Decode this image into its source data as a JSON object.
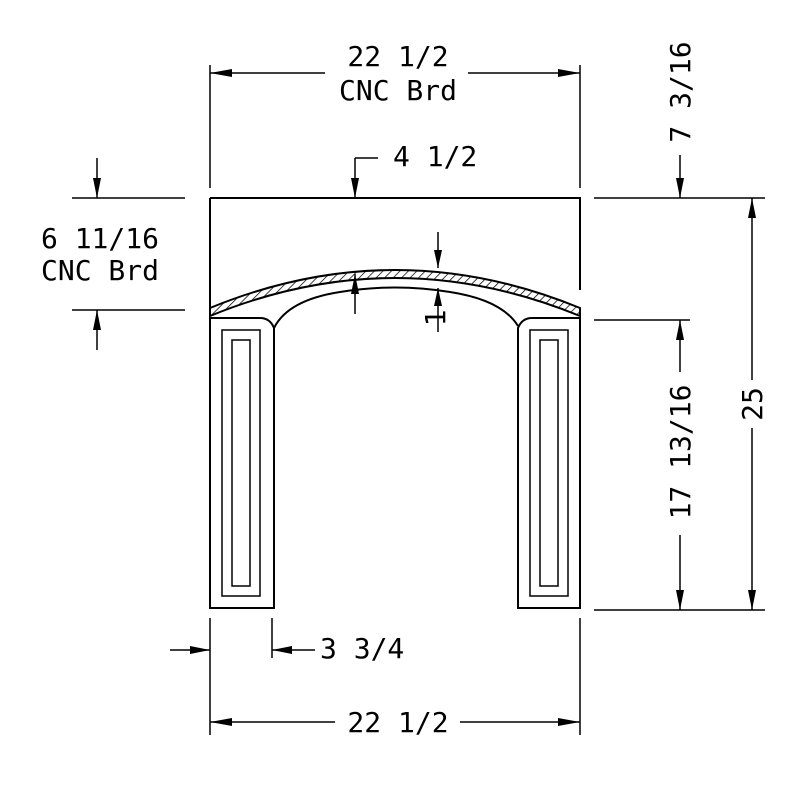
{
  "dimensions": {
    "top_width": "22 1/2",
    "top_width_note": "CNC Brd",
    "crown_offset": "4 1/2",
    "side_height": "7 3/16",
    "panel_height": "6 11/16",
    "panel_height_note": "CNC Brd",
    "arch_rise": "1",
    "leg_width": "3 3/4",
    "leg_height": "17 13/16",
    "overall_height": "25",
    "bottom_width": "22 1/2"
  }
}
